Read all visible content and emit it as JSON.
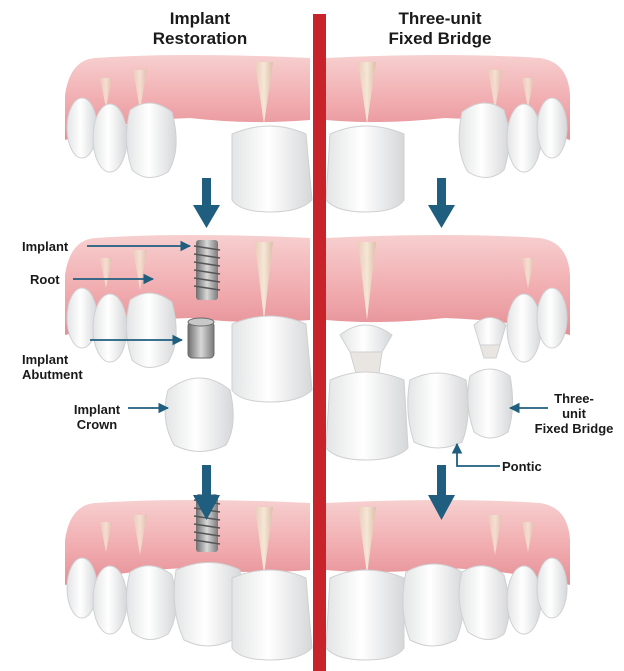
{
  "titles": {
    "left": [
      "Implant",
      "Restoration"
    ],
    "right": [
      "Three-unit",
      "Fixed Bridge"
    ]
  },
  "labels": {
    "implant": "Implant",
    "root": "Root",
    "abutment": [
      "Implant",
      "Abutment"
    ],
    "crown": [
      "Implant",
      "Crown"
    ],
    "bridge": [
      "Three-",
      "unit",
      "Fixed Bridge"
    ],
    "pontic": "Pontic"
  },
  "colors": {
    "divider": "#c8232b",
    "arrow": "#1f5e7e",
    "gum": "#f2b8b8",
    "gum_dark": "#e08e93",
    "tooth": "#f7f7f5",
    "tooth_shade": "#d9dadb",
    "root": "#f0e0cf",
    "metal": "#9a9a9a"
  },
  "icons": [
    "arrow-down-icon",
    "arrow-left-icon",
    "arrow-up-icon"
  ]
}
